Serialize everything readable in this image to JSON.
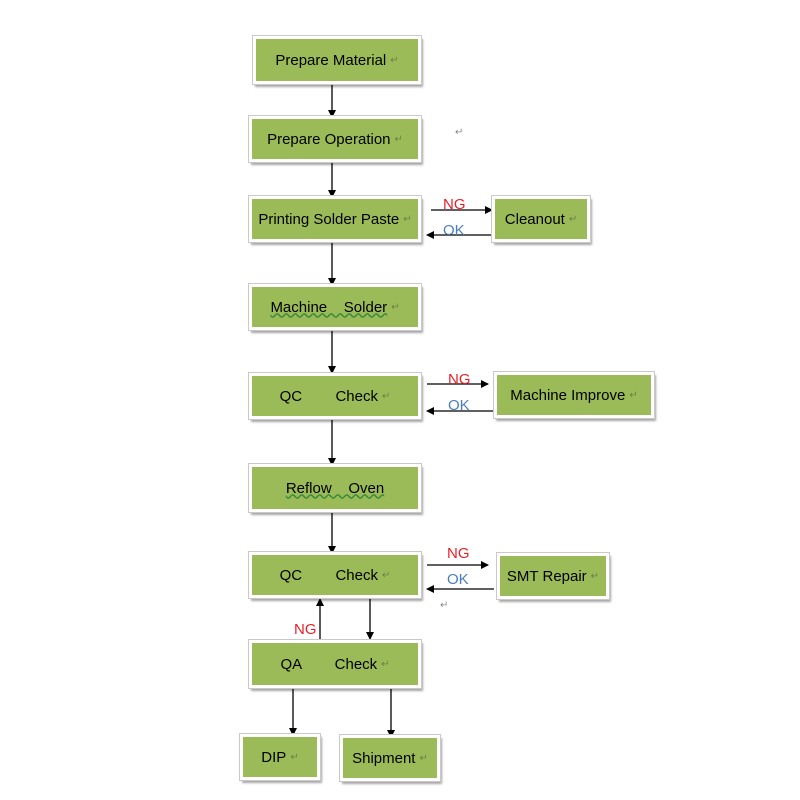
{
  "nodes": {
    "prepare_material": "Prepare Material",
    "prepare_operation": "Prepare Operation",
    "printing_solder_paste": "Printing Solder Paste",
    "cleanout": "Cleanout",
    "machine_solder": "Machine    Solder",
    "qc_check_1": "QC        Check",
    "machine_improve": "Machine Improve",
    "reflow_oven": "Reflow    Oven",
    "qc_check_2": "QC        Check",
    "smt_repair": "SMT Repair",
    "qa_check": "QA        Check",
    "dip": "DIP",
    "shipment": "Shipment"
  },
  "edge_labels": {
    "ng": "NG",
    "ok": "OK"
  },
  "marks": {
    "return_mark": "↵"
  },
  "colors": {
    "box_fill": "#9bbb59",
    "ng": "#e8202a",
    "ok": "#4a7ebb"
  }
}
